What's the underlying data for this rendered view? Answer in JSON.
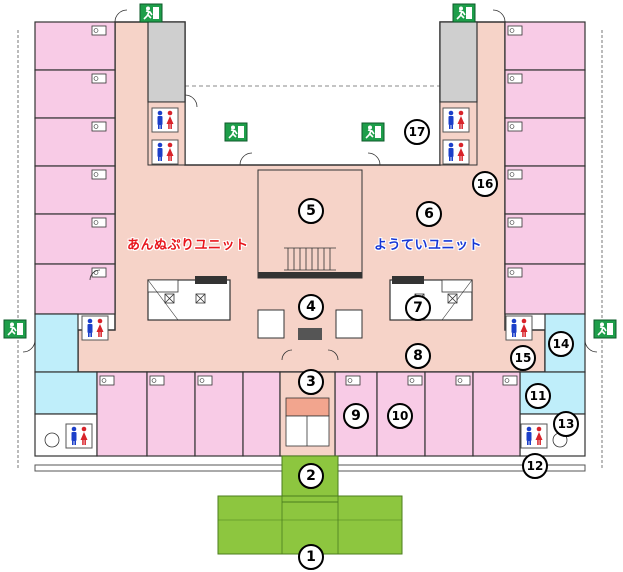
{
  "units": [
    {
      "name": "あんぬぷりユニット",
      "color": "#e8161c"
    },
    {
      "name": "ようていユニット",
      "color": "#1637d6"
    }
  ],
  "markers": [
    "1",
    "2",
    "3",
    "4",
    "5",
    "6",
    "7",
    "8",
    "9",
    "10",
    "11",
    "12",
    "13",
    "14",
    "15",
    "16",
    "17"
  ],
  "colors": {
    "corridor": "#f6d3c8",
    "room": "#f8cbe6",
    "storage": "#cfcfcf",
    "wet": "#bfeefa",
    "garden": "#8dc63f",
    "exit": "#1e9e4a",
    "toilet_male": "#1c3fc9",
    "toilet_female": "#d8232a",
    "stair": "#f2a58e"
  },
  "icons": [
    "exit-sign-icon",
    "toilet-icon",
    "kitchen-icon",
    "door-swing-icon"
  ]
}
